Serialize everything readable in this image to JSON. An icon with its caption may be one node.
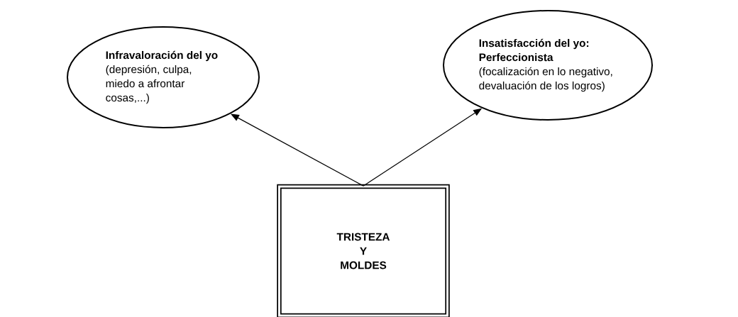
{
  "diagram": {
    "nodes": [
      {
        "text": [
          "Infravaloración del yo",
          "(depresión, culpa, miedo a afrontar cosas,...)"
        ]
      },
      {
        "text": [
          "Insatisfacción del yo: Perfeccionista",
          "(focalización en lo negativo, devaluación de los logros)"
        ]
      },
      {
        "text": [
          "TRISTEZA Y MOLDES"
        ]
      }
    ],
    "edges": [
      {
        "from": 2,
        "to": 0,
        "arrow": "to"
      },
      {
        "from": 2,
        "to": 1,
        "arrow": "to"
      }
    ]
  }
}
